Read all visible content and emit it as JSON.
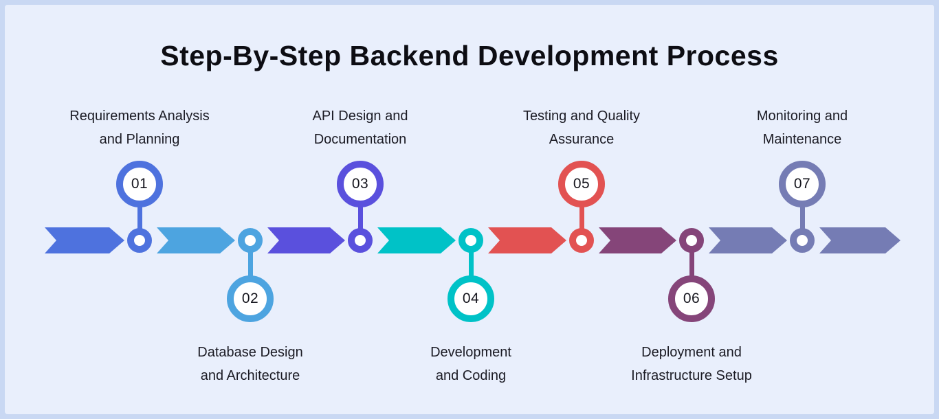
{
  "title": "Step-By-Step Backend Development Process",
  "colors": {
    "outer_border": "#c9d8f3",
    "panel_background": "#e9effc",
    "title_text": "#0d0d13",
    "label_text": "#1b1b24",
    "number_text": "#16161e",
    "circle_fill": "#ffffff"
  },
  "steps": [
    {
      "num": "01",
      "label_line1": "Requirements Analysis",
      "label_line2": "and Planning",
      "color": "#4e72de",
      "position": "above"
    },
    {
      "num": "02",
      "label_line1": "Database Design",
      "label_line2": "and Architecture",
      "color": "#4da4e0",
      "position": "below"
    },
    {
      "num": "03",
      "label_line1": "API Design and",
      "label_line2": "Documentation",
      "color": "#5a50dd",
      "position": "above"
    },
    {
      "num": "04",
      "label_line1": "Development",
      "label_line2": "and Coding",
      "color": "#00c2c7",
      "position": "below"
    },
    {
      "num": "05",
      "label_line1": "Testing and Quality",
      "label_line2": "Assurance",
      "color": "#e25252",
      "position": "above"
    },
    {
      "num": "06",
      "label_line1": "Deployment and",
      "label_line2": "Infrastructure Setup",
      "color": "#854579",
      "position": "below"
    },
    {
      "num": "07",
      "label_line1": "Monitoring and",
      "label_line2": "Maintenance",
      "color": "#757cb4",
      "position": "above"
    }
  ],
  "arrow_colors": [
    "#4e72de",
    "#4da4e0",
    "#5a50dd",
    "#00c2c7",
    "#e25252",
    "#854579",
    "#757cb4",
    "#757cb4"
  ]
}
